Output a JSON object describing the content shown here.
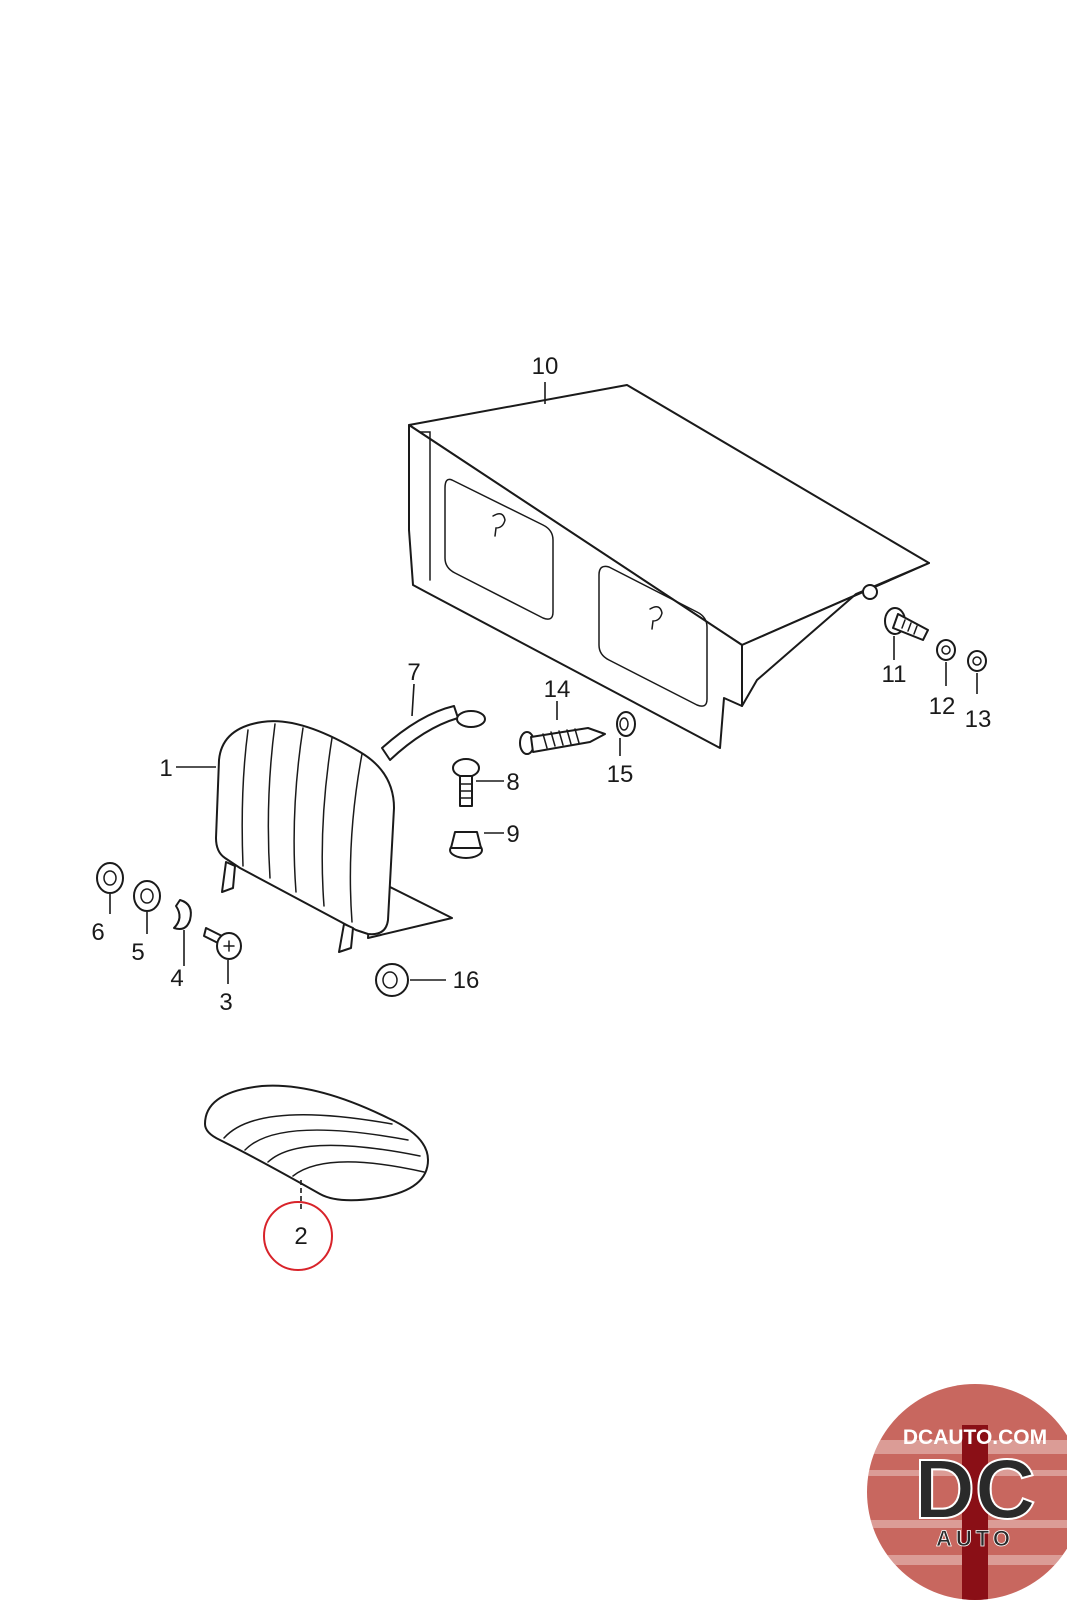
{
  "diagram": {
    "callouts": [
      {
        "id": "1",
        "label": "1"
      },
      {
        "id": "2",
        "label": "2"
      },
      {
        "id": "3",
        "label": "3"
      },
      {
        "id": "4",
        "label": "4"
      },
      {
        "id": "5",
        "label": "5"
      },
      {
        "id": "6",
        "label": "6"
      },
      {
        "id": "7",
        "label": "7"
      },
      {
        "id": "8",
        "label": "8"
      },
      {
        "id": "9",
        "label": "9"
      },
      {
        "id": "10",
        "label": "10"
      },
      {
        "id": "11",
        "label": "11"
      },
      {
        "id": "12",
        "label": "12"
      },
      {
        "id": "13",
        "label": "13"
      },
      {
        "id": "14",
        "label": "14"
      },
      {
        "id": "15",
        "label": "15"
      },
      {
        "id": "16",
        "label": "16"
      }
    ],
    "highlighted_callout": "2",
    "highlight_color": "#d8232a"
  },
  "logo": {
    "text_top": "DCAUTO.COM",
    "text_main": "DC",
    "text_sub": "AUTO",
    "badge_color": "#c8675f",
    "stripe_color": "#8a0f16"
  }
}
